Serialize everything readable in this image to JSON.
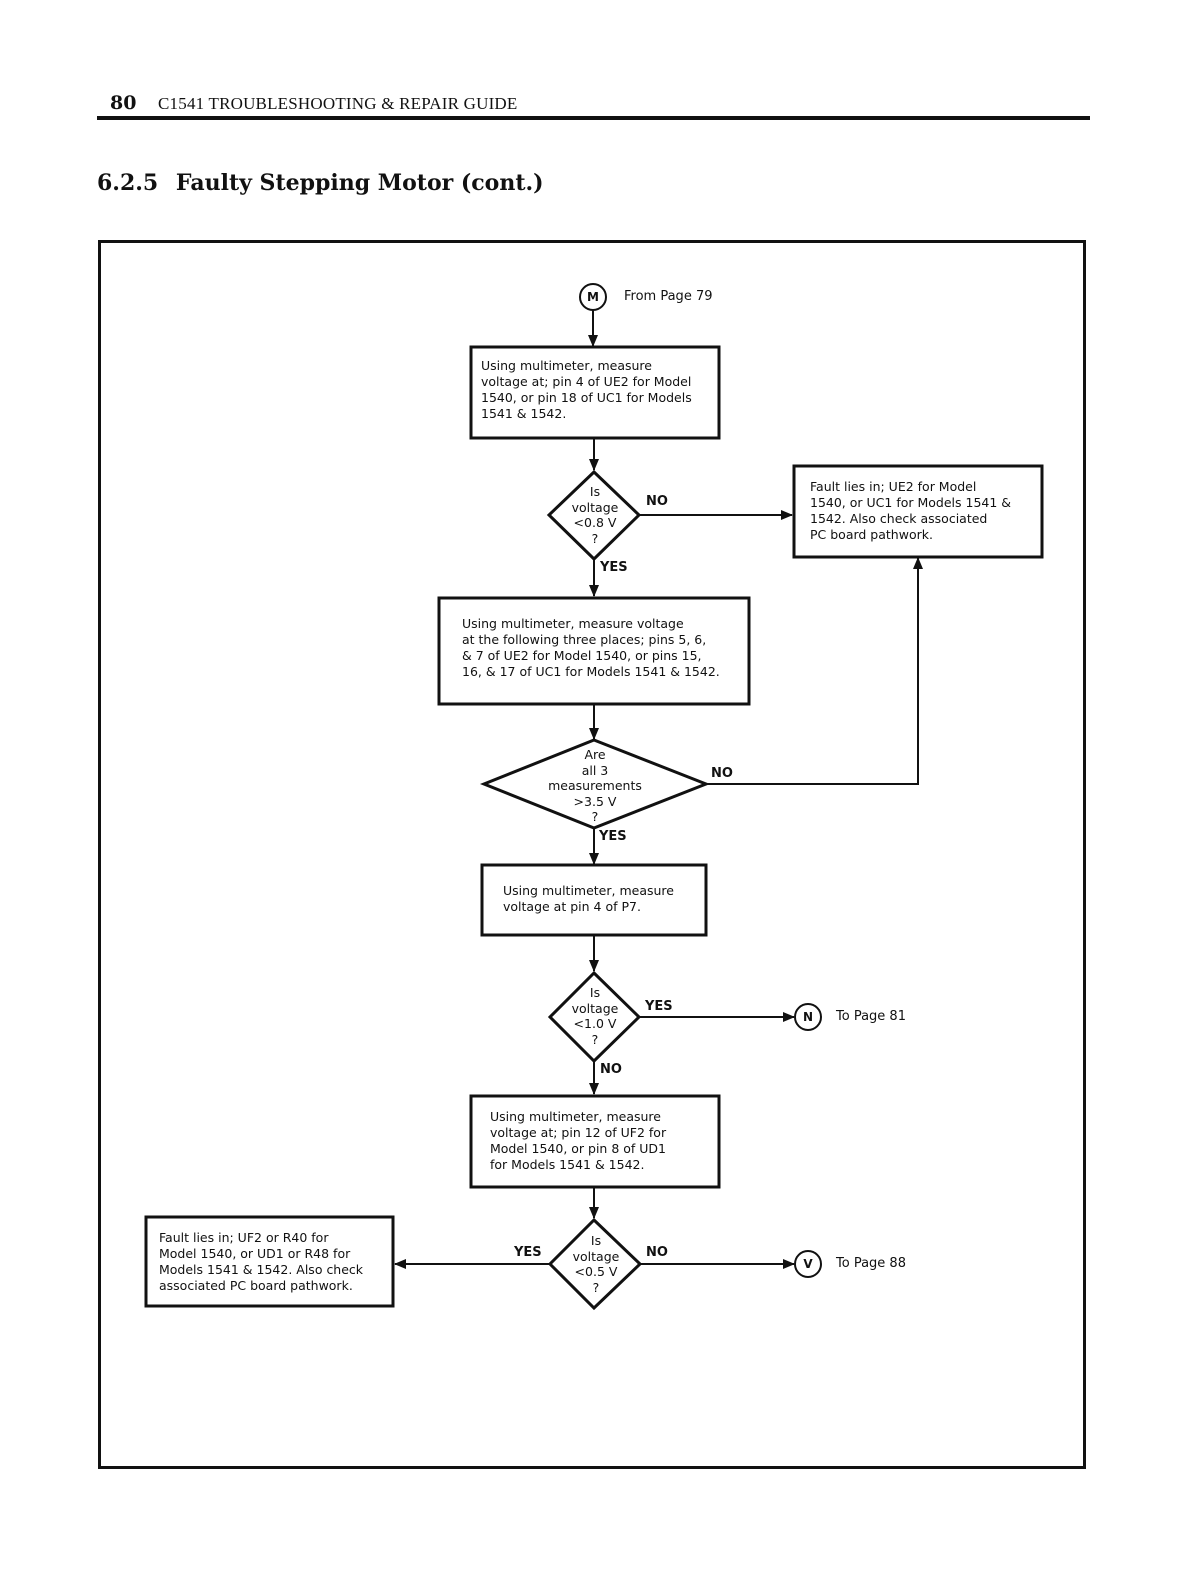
{
  "header": {
    "page_number": "80",
    "running_title": "C1541 TROUBLESHOOTING & REPAIR GUIDE"
  },
  "section": {
    "number": "6.2.5",
    "title": "Faulty Stepping Motor (cont.)"
  },
  "flowchart": {
    "start_connector": {
      "letter": "M",
      "text": "From Page 79"
    },
    "box1": "Using multimeter, measure\nvoltage at; pin 4 of UE2 for Model\n1540, or pin 18 of UC1 for Models\n1541 & 1542.",
    "decision1": "Is\nvoltage\n<0.8 V\n?",
    "decision1_no": "NO",
    "decision1_yes": "YES",
    "fault1": "Fault lies in; UE2 for Model\n1540, or UC1 for Models 1541 &\n1542.  Also check associated\nPC board pathwork.",
    "box2": "Using multimeter, measure voltage\nat the following three places; pins  5,  6,\n& 7 of UE2 for Model 1540, or pins 15,\n16, & 17 of UC1 for Models 1541 & 1542.",
    "decision2": "Are\nall 3\nmeasurements\n>3.5 V\n?",
    "decision2_no": "NO",
    "decision2_yes": "YES",
    "box3": "Using multimeter, measure\nvoltage at pin 4 of P7.",
    "decision3": "Is\nvoltage\n<1.0 V\n?",
    "decision3_yes": "YES",
    "decision3_no": "NO",
    "connector_n": {
      "letter": "N",
      "text": "To Page  81"
    },
    "box4": "Using multimeter, measure\nvoltage at; pin 12 of UF2 for\nModel 1540, or pin 8 of UD1\nfor Models 1541 & 1542.",
    "decision4": "Is\nvoltage\n<0.5 V\n?",
    "decision4_yes": "YES",
    "decision4_no": "NO",
    "fault2": "Fault lies in; UF2 or R40 for\nModel 1540, or UD1 or R48 for\nModels 1541 & 1542.  Also check\nassociated PC board pathwork.",
    "connector_v": {
      "letter": "V",
      "text": "To Page  88"
    }
  }
}
